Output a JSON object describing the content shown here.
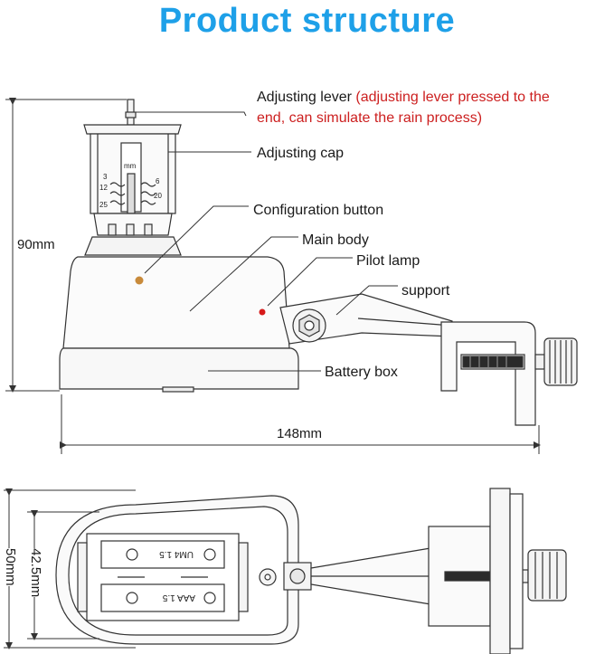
{
  "title": "Product structure",
  "labels": {
    "adjusting_lever": "Adjusting lever",
    "adjusting_lever_note_line1": "(adjusting lever pressed to the",
    "adjusting_lever_note_line2": "end, can simulate the rain process)",
    "adjusting_cap": "Adjusting cap",
    "configuration_button": "Configuration button",
    "main_body": "Main body",
    "pilot_lamp": "Pilot lamp",
    "support": "support",
    "battery_box": "Battery box"
  },
  "dimensions": {
    "height": "90mm",
    "width": "148mm",
    "outer_height": "50mm",
    "inner_height": "42.5mm"
  },
  "cap_scale": {
    "unit": "mm",
    "left_ticks": [
      "3",
      "12",
      "25"
    ],
    "right_ticks": [
      "6",
      "20"
    ]
  },
  "batteries": {
    "top": "UM4 1.5",
    "bottom": "AAA 1.5"
  },
  "colors": {
    "title": "#1ea0e8",
    "note_red": "#cc1f1f",
    "config_button": "#c88a3a",
    "pilot_lamp": "#d61a1a"
  }
}
